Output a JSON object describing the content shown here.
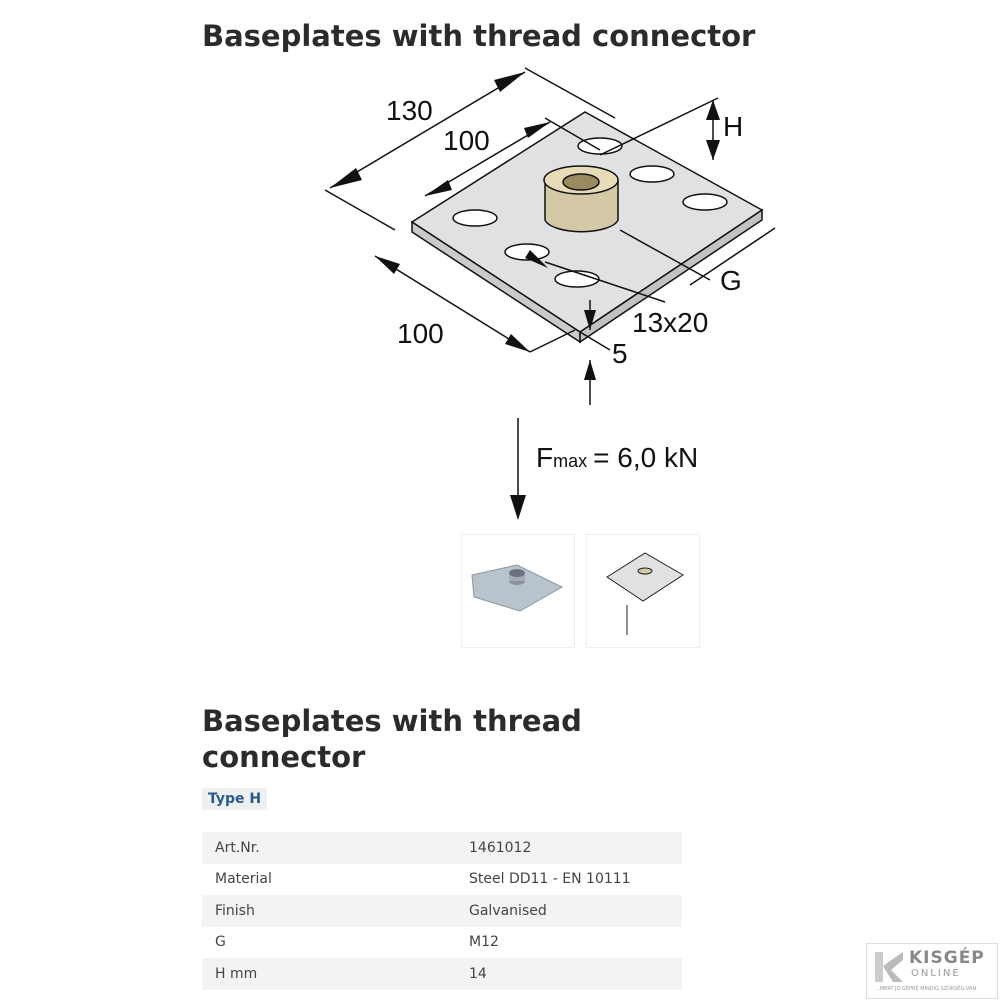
{
  "diagram_title": "Baseplates with thread connector",
  "diagram": {
    "dim_130": "130",
    "dim_100_top": "100",
    "dim_h": "H",
    "dim_g": "G",
    "dim_slot": "13x20",
    "dim_100_bottom": "100",
    "dim_5": "5",
    "fmax": "F",
    "fmax_sub": "max",
    "fmax_value": "= 6,0 kN"
  },
  "product": {
    "title": "Baseplates with thread connector",
    "type_badge": "Type H",
    "specs": [
      {
        "label": "Art.Nr.",
        "value": "1461012"
      },
      {
        "label": "Material",
        "value": "Steel DD11 - EN 10111"
      },
      {
        "label": "Finish",
        "value": "Galvanised"
      },
      {
        "label": "G",
        "value": "M12"
      },
      {
        "label": "H mm",
        "value": "14"
      }
    ]
  },
  "logo": {
    "brand": "KISGÉP",
    "sub": "ONLINE",
    "slogan": "...MERT JÓ GÉPRE MINDIG SZÜKSÉG VAN."
  }
}
